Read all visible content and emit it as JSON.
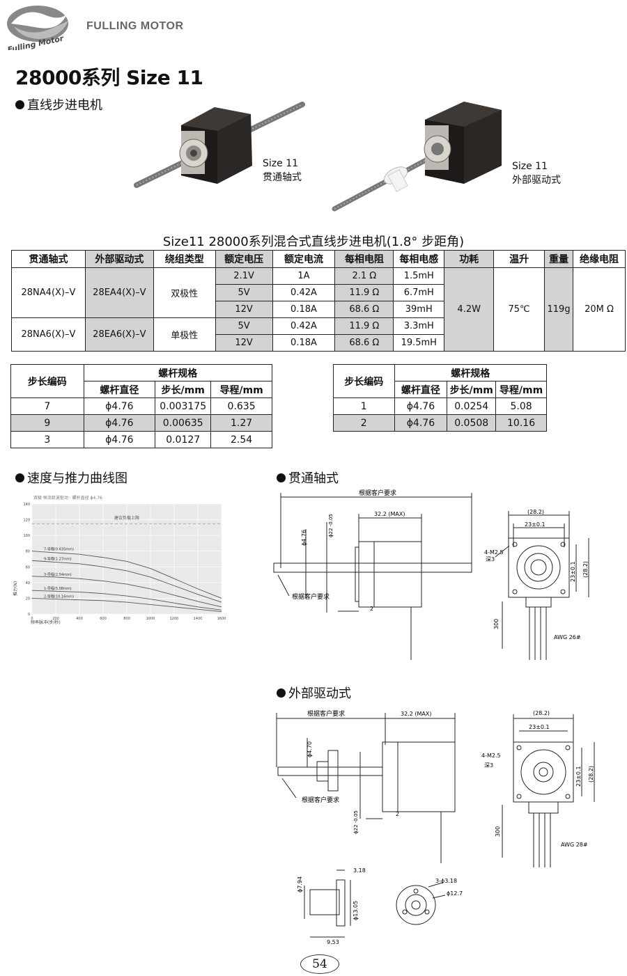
{
  "header": {
    "logo_text": "Fulling Motor",
    "brand": "FULLING MOTOR"
  },
  "title": "28000系列 Size 11",
  "section_linear": "直线步进电机",
  "motors": [
    {
      "line1": "Size 11",
      "line2": "贯通轴式"
    },
    {
      "line1": "Size 11",
      "line2": "外部驱动式"
    }
  ],
  "spec_table": {
    "title": "Size11 28000系列混合式直线步进电机(1.8°  步距角)",
    "headers": [
      "贯通轴式",
      "外部驱动式",
      "绕组类型",
      "额定电压",
      "额定电流",
      "每相电阻",
      "每相电感",
      "功耗",
      "温升",
      "重量",
      "绝缘电阻"
    ],
    "group1": {
      "through": "28NA4(X)–V",
      "external": "28EA4(X)–V",
      "winding": "双极性"
    },
    "group2": {
      "through": "28NA6(X)–V",
      "external": "28EA6(X)–V",
      "winding": "单极性"
    },
    "rows": [
      {
        "voltage": "2.1V",
        "current": "1A",
        "resistance": "2.1 Ω",
        "inductance": "1.5mH"
      },
      {
        "voltage": "5V",
        "current": "0.42A",
        "resistance": "11.9 Ω",
        "inductance": "6.7mH"
      },
      {
        "voltage": "12V",
        "current": "0.18A",
        "resistance": "68.6 Ω",
        "inductance": "39mH"
      },
      {
        "voltage": "5V",
        "current": "0.42A",
        "resistance": "11.9 Ω",
        "inductance": "3.3mH"
      },
      {
        "voltage": "12V",
        "current": "0.18A",
        "resistance": "68.6 Ω",
        "inductance": "19.5mH"
      }
    ],
    "power": "4.2W",
    "temp_rise": "75℃",
    "weight": "119g",
    "insulation": "20M Ω"
  },
  "lead_table_left": {
    "code_header": "步长编码",
    "screw_header": "螺杆规格",
    "sub_headers": [
      "螺杆直径",
      "步长/mm",
      "导程/mm"
    ],
    "rows": [
      {
        "code": "7",
        "diameter": "ϕ4.76",
        "step": "0.003175",
        "lead": "0.635"
      },
      {
        "code": "9",
        "diameter": "ϕ4.76",
        "step": "0.00635",
        "lead": "1.27"
      },
      {
        "code": "3",
        "diameter": "ϕ4.76",
        "step": "0.0127",
        "lead": "2.54"
      }
    ]
  },
  "lead_table_right": {
    "code_header": "步长编码",
    "screw_header": "螺杆规格",
    "sub_headers": [
      "螺杆直径",
      "步长/mm",
      "导程/mm"
    ],
    "rows": [
      {
        "code": "1",
        "diameter": "ϕ4.76",
        "step": "0.0254",
        "lead": "5.08"
      },
      {
        "code": "2",
        "diameter": "ϕ4.76",
        "step": "0.0508",
        "lead": "10.16"
      }
    ]
  },
  "section_curve": "速度与推力曲线图",
  "section_through": "贯通轴式",
  "section_external": "外部驱动式",
  "chart_data": {
    "type": "line",
    "title": "双极·恒流斩波驱动 · 螺杆直径 ϕ4.76",
    "xlabel": "频率脉冲(步/秒)",
    "ylabel": "推力(N)",
    "xlim": [
      0,
      1600
    ],
    "ylim": [
      0,
      140
    ],
    "xticks": [
      0,
      200,
      400,
      600,
      800,
      1000,
      1200,
      1400,
      1600
    ],
    "yticks": [
      0,
      20,
      40,
      60,
      80,
      100,
      120,
      140
    ],
    "grid": true,
    "limit_line": {
      "y": 115,
      "label": "建议负载上限"
    },
    "x": [
      0,
      200,
      400,
      600,
      800,
      1000,
      1200,
      1400,
      1600
    ],
    "series": [
      {
        "name": "7-导程(0.635mm)",
        "values": [
          80,
          78,
          76,
          72,
          67,
          58,
          45,
          32,
          20
        ]
      },
      {
        "name": "9-导程(1.27mm)",
        "values": [
          68,
          66,
          64,
          60,
          55,
          47,
          36,
          25,
          15
        ]
      },
      {
        "name": "3-导程(2.54mm)",
        "values": [
          48,
          47,
          45,
          42,
          38,
          32,
          24,
          16,
          9
        ]
      },
      {
        "name": "1-导程(5.08mm)",
        "values": [
          30,
          29,
          28,
          26,
          23,
          19,
          14,
          9,
          5
        ]
      },
      {
        "name": "2-导程(10.16mm)",
        "values": [
          20,
          19,
          18,
          17,
          15,
          12,
          9,
          6,
          3
        ]
      }
    ]
  },
  "drawing_through": {
    "customer": "根据客户要求",
    "len_max": "32.2 (MAX)",
    "shaft_dia": "ϕ4.76",
    "boss_dia": "ϕ22 -0.05",
    "boss_len": "2",
    "side_28": "(28.2)",
    "hole_23": "23±0.1",
    "holes": "4-M2.5",
    "depth": "深3",
    "lead_len": "300",
    "wire": "AWG 26#"
  },
  "drawing_external": {
    "customer": "根据客户要求",
    "len_max": "32.2 (MAX)",
    "shaft_dia": "ϕ4.70",
    "boss_dia": "ϕ22 -0.05",
    "boss_len": "2",
    "side_28": "(28.2)",
    "hole_23": "23±0.1",
    "holes": "4-M2.5",
    "depth": "深3",
    "lead_len": "300",
    "wire": "AWG 28#",
    "nut_flange_dia": "ϕ7.94",
    "nut_len": "3.18",
    "nut_body_dia": "ϕ13.05",
    "nut_flange_len": "9.53",
    "nut_holes": "3-ϕ3.18",
    "nut_pcd": "ϕ12.7"
  },
  "page_number": "54"
}
